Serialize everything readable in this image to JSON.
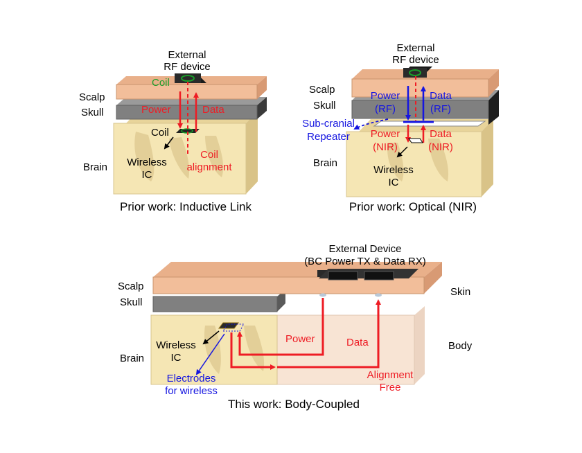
{
  "colors": {
    "scalp": "#f2be9a",
    "skull": "#808080",
    "brain": "#f5e6b4",
    "body": "#f8e4d4",
    "arrow_red": "#ee1c24",
    "label_blue": "#1515e0",
    "coil_green": "#1a9e2a"
  },
  "panel_inductive": {
    "external_line1": "External",
    "external_line2": "RF device",
    "scalp": "Scalp",
    "skull": "Skull",
    "brain": "Brain",
    "coil_top": "Coil",
    "coil_bottom": "Coil",
    "power": "Power",
    "data": "Data",
    "coil_alignment_line1": "Coil",
    "coil_alignment_line2": "alignment",
    "wireless_line1": "Wireless",
    "wireless_line2": "IC",
    "caption": "Prior work: Inductive Link"
  },
  "panel_optical": {
    "external_line1": "External",
    "external_line2": "RF device",
    "scalp": "Scalp",
    "skull": "Skull",
    "brain": "Brain",
    "power_rf_line1": "Power",
    "power_rf_line2": "(RF)",
    "data_rf_line1": "Data",
    "data_rf_line2": "(RF)",
    "repeater_line1": "Sub-cranial",
    "repeater_line2": "Repeater",
    "power_nir_line1": "Power",
    "power_nir_line2": "(NIR)",
    "data_nir_line1": "Data",
    "data_nir_line2": "(NIR)",
    "wireless_line1": "Wireless",
    "wireless_line2": "IC",
    "caption": "Prior work: Optical (NIR)"
  },
  "panel_body": {
    "external_line1": "External Device",
    "external_line2": "(BC Power TX & Data RX)",
    "scalp": "Scalp",
    "skull": "Skull",
    "brain": "Brain",
    "skin": "Skin",
    "body": "Body",
    "power": "Power",
    "data": "Data",
    "alignment_line1": "Alignment",
    "alignment_line2": "Free",
    "wireless_line1": "Wireless",
    "wireless_line2": "IC",
    "electrodes_line1": "Electrodes",
    "electrodes_line2": "for wireless",
    "caption": "This work: Body-Coupled"
  }
}
